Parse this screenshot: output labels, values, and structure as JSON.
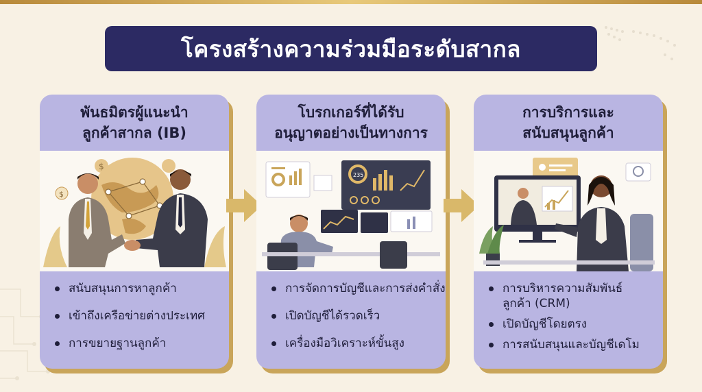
{
  "title": "โครงสร้างความร่วมมือระดับสากล",
  "colors": {
    "navy": "#2c2a63",
    "lavender": "#b9b5e2",
    "gold": "#c9a55a",
    "background": "#f8f1e4"
  },
  "cards": [
    {
      "title_line1": "พันธมิตรผู้แนะนำ",
      "title_line2": "ลูกค้าสากล (IB)",
      "illustration": "handshake-with-globe",
      "items": [
        "สนับสนุนการหาลูกค้า",
        "เข้าถึงเครือข่ายต่างประเทศ",
        "การขยายฐานลูกค้า"
      ]
    },
    {
      "title_line1": "โบรกเกอร์ที่ได้รับ",
      "title_line2": "อนุญาตอย่างเป็นทางการ",
      "illustration": "trader-at-dashboard",
      "items": [
        "การจัดการบัญชีและการส่งคำสั่ง",
        "เปิดบัญชีได้รวดเร็ว",
        "เครื่องมือวิเคราะห์ขั้นสูง"
      ]
    },
    {
      "title_line1": "การบริการและ",
      "title_line2": "สนับสนุนลูกค้า",
      "illustration": "video-call-support",
      "items": [
        "การบริหารความสัมพันธ์ลูกค้า (CRM)",
        "เปิดบัญชีโดยตรง",
        "การสนับสนุนและบัญชีเดโม"
      ]
    }
  ],
  "dashboard_text": {
    "gauge_value": "235"
  }
}
